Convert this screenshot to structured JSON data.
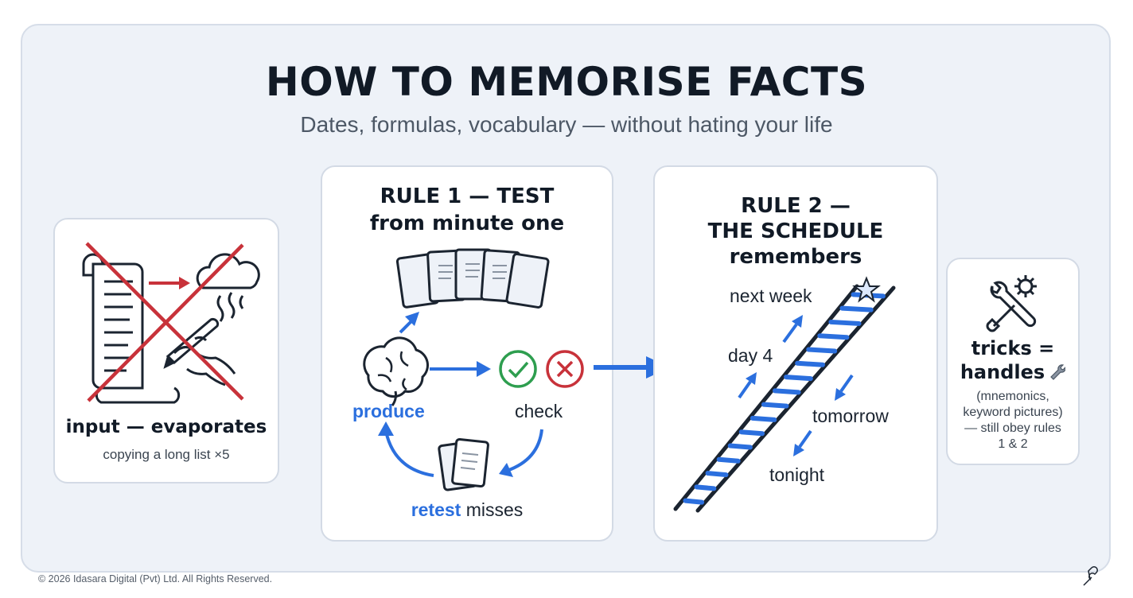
{
  "title": "HOW TO MEMORISE FACTS",
  "subtitle": "Dates, formulas, vocabulary — without hating your life",
  "input_card": {
    "label": "input — evaporates",
    "caption": "copying a long list ×5",
    "icons": [
      "crossed-out-scroll-icon",
      "pen-hand-icon",
      "evaporating-cloud-icon"
    ]
  },
  "rule1": {
    "heading_line1": "RULE 1 — TEST",
    "heading_line2": "from minute one",
    "produce": "produce",
    "check": "check",
    "retest_word": "retest",
    "retest_rest": " misses",
    "icons": [
      "flashcards-icon",
      "brain-icon",
      "check-circle-icon",
      "cross-circle-icon",
      "cards-pile-icon"
    ]
  },
  "rule2": {
    "heading_line1": "RULE 2 —",
    "heading_line2": "THE SCHEDULE",
    "heading_line3": "remembers",
    "steps": [
      "next week",
      "day 4",
      "tomorrow",
      "tonight"
    ],
    "icons": [
      "ladder-icon",
      "star-icon"
    ]
  },
  "tricks": {
    "heading_line1": "tricks =",
    "heading_line2": "handles",
    "body_lines": [
      "(mnemonics,",
      "keyword pictures)",
      "— still obey rules",
      "1 & 2"
    ],
    "icons": [
      "tools-icon",
      "wrench-icon"
    ]
  },
  "footer": "© 2026 Idasara Digital (Pvt) Ltd. All Rights Reserved.",
  "colors": {
    "accent_blue": "#2b6fde",
    "cross_red": "#c8323a",
    "check_green": "#2e9e4f",
    "ink": "#1b2430"
  }
}
